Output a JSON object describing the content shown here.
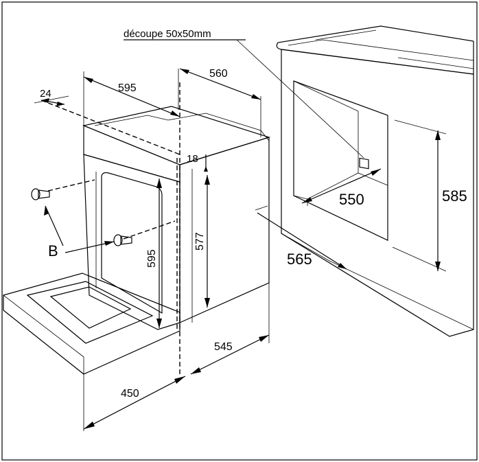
{
  "labels": {
    "cutout_note": "découpe 50x50mm",
    "callout_b": "B"
  },
  "dimensions": {
    "d24": "24",
    "d595_top": "595",
    "d560": "560",
    "d18": "18",
    "d577": "577",
    "d595_front": "595",
    "d545": "545",
    "d450": "450",
    "d550": "550",
    "d565": "565",
    "d585": "585"
  },
  "colors": {
    "line": "#000000",
    "cabinet_fill": "#d8d8d8",
    "window_fill": "#2a2a2a",
    "background": "#ffffff"
  }
}
